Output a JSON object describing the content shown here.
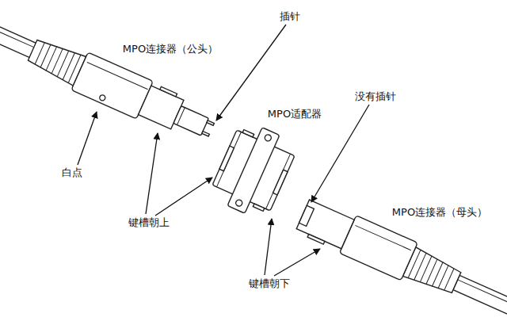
{
  "diagram": {
    "labels": [
      "插针",
      "MPO连接器（公头）",
      "没有插针",
      "MPO适配器",
      "白点",
      "MPO连接器（母头）",
      "键槽朝上",
      "键槽朝下"
    ]
  }
}
